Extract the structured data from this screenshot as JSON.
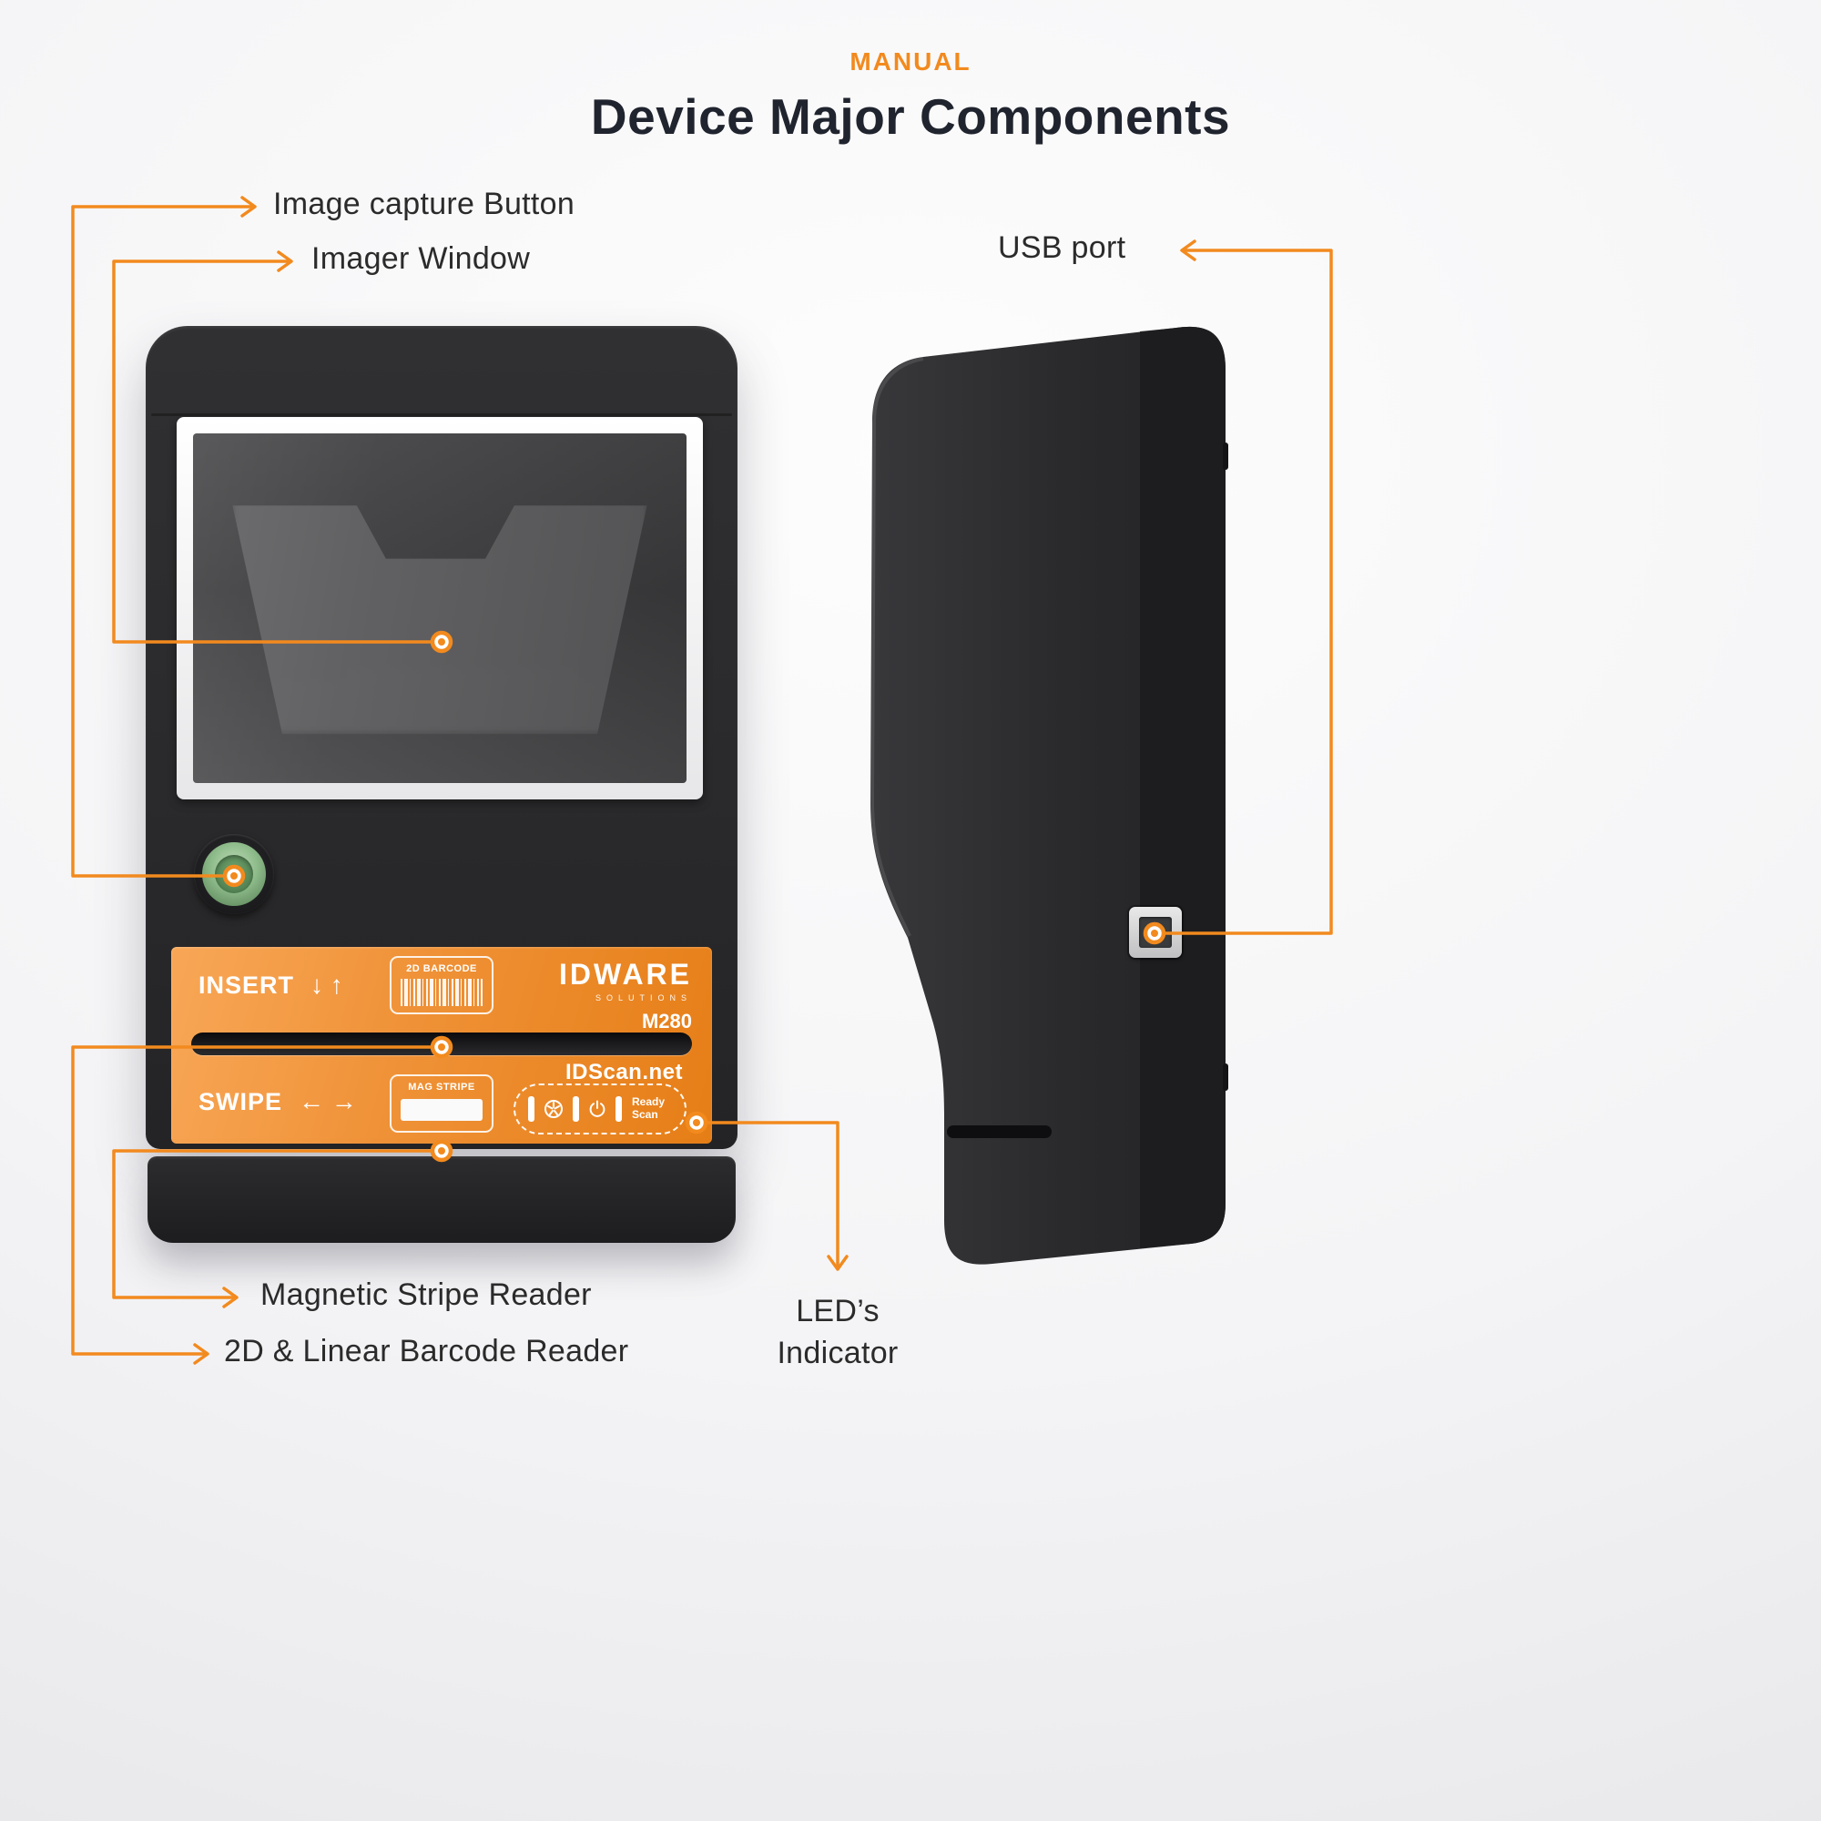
{
  "header": {
    "eyebrow": "MANUAL",
    "title": "Device Major Components"
  },
  "callouts": {
    "image_capture_button": "Image capture Button",
    "imager_window": "Imager Window",
    "usb_port": "USB port",
    "magnetic_stripe_reader": "Magnetic Stripe Reader",
    "barcode_reader": "2D & Linear Barcode Reader",
    "leds_indicator_line1": "LED’s",
    "leds_indicator_line2": "Indicator"
  },
  "device_front": {
    "insert_label": "INSERT",
    "insert_arrows": "↓ ↑",
    "swipe_label": "SWIPE",
    "swipe_arrows": "← →",
    "barcode_badge_label": "2D BARCODE",
    "magstripe_badge_label": "MAG STRIPE",
    "brand": "IDWARE",
    "brand_tagline": "SOLUTIONS",
    "model": "M280",
    "website": "IDScan.net",
    "led_ready": "Ready",
    "led_scan": "Scan"
  },
  "colors": {
    "accent_orange": "#F28A1E",
    "panel_orange": "#EE8A26",
    "device_charcoal": "#2B2B2D",
    "capture_button_green": "#8FBC8B"
  }
}
